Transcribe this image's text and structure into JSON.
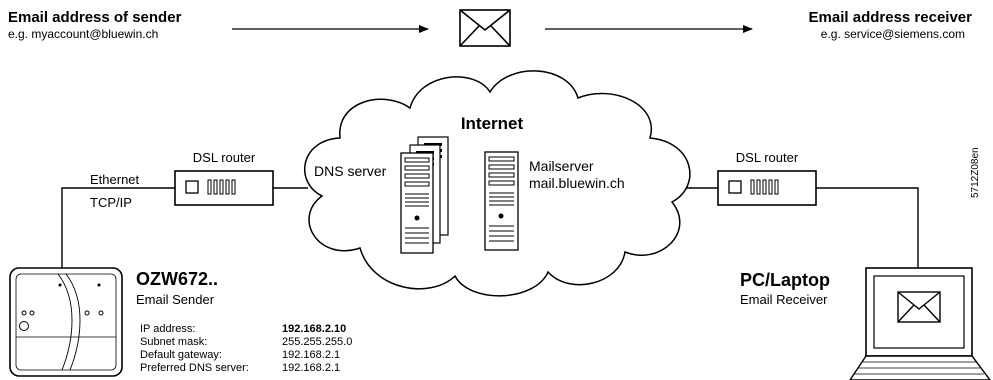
{
  "header": {
    "sender_title": "Email address of sender",
    "sender_example": "e.g. myaccount@bluewin.ch",
    "receiver_title": "Email address receiver",
    "receiver_example": "e.g. service@siemens.com"
  },
  "internet": {
    "title": "Internet",
    "dns_label": "DNS server",
    "mailserver_label": "Mailserver",
    "mailserver_host": "mail.bluewin.ch"
  },
  "left": {
    "router_label": "DSL router",
    "link_line1": "Ethernet",
    "link_line2": "TCP/IP",
    "device_model": "OZW672..",
    "device_role": "Email Sender",
    "network_settings": [
      {
        "label": "IP address:",
        "value": "192.168.2.10"
      },
      {
        "label": "Subnet mask:",
        "value": "255.255.255.0"
      },
      {
        "label": "Default gateway:",
        "value": "192.168.2.1"
      },
      {
        "label": "Preferred DNS server:",
        "value": "192.168.2.1"
      }
    ]
  },
  "right": {
    "router_label": "DSL router",
    "device_title": "PC/Laptop",
    "device_role": "Email Receiver"
  },
  "doc_code": "5712Z08en",
  "icons": [
    "envelope-icon",
    "router-icon",
    "server-icon",
    "cloud-icon",
    "controller-icon",
    "laptop-icon"
  ]
}
